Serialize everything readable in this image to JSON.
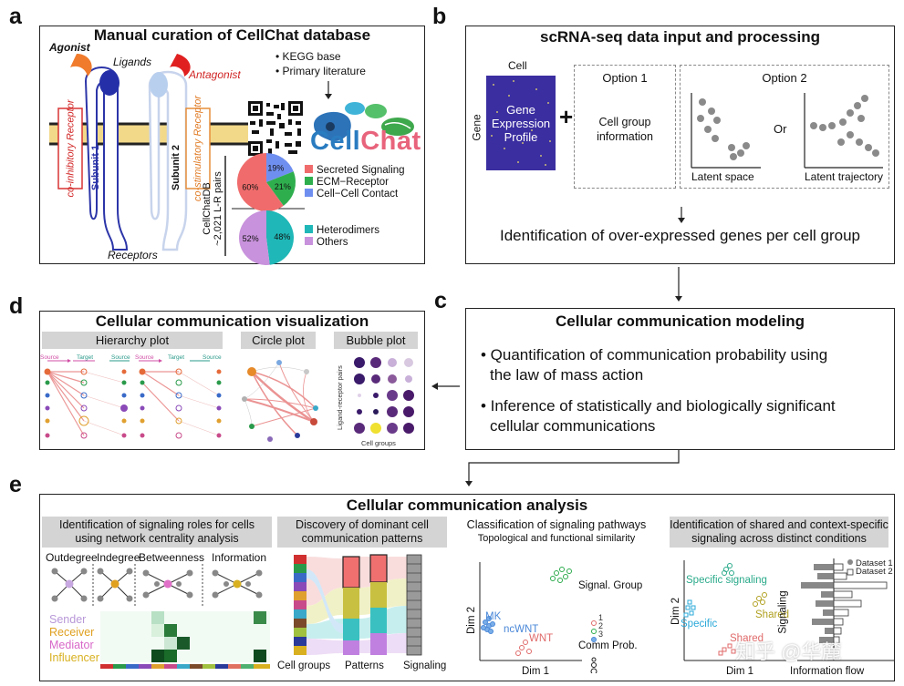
{
  "panels": {
    "a": {
      "letter": "a",
      "title": "Manual curation of CellChat database",
      "agonist": "Agonist",
      "antagonist": "Antagonist",
      "ligands": "Ligands",
      "receptors": "Receptors",
      "co_inhibitory": "co-inhibitory Receptor",
      "co_stimulatory": "co-stimulatory Receptor",
      "subunit1": "Subunit 1",
      "subunit2": "Subunit 2",
      "sources": [
        "• KEGG base",
        "• Primary literature"
      ],
      "cellchat_logo": "CellChat",
      "db_label": "CellChatDB",
      "pairs_label": "~2,021 L-R pairs",
      "pie1": {
        "slices": [
          {
            "label": "Secreted Signaling",
            "pct": 60,
            "pct_text": "60%",
            "color": "#f06c6c"
          },
          {
            "label": "ECM−Receptor",
            "pct": 21,
            "pct_text": "21%",
            "color": "#2fae4e"
          },
          {
            "label": "Cell−Cell Contact",
            "pct": 19,
            "pct_text": "19%",
            "color": "#6f8ff0"
          }
        ]
      },
      "pie2": {
        "slices": [
          {
            "label": "Heterodimers",
            "pct": 48,
            "pct_text": "48%",
            "color": "#1fb7b7"
          },
          {
            "label": "Others",
            "pct": 52,
            "pct_text": "52%",
            "color": "#c892dc"
          }
        ]
      }
    },
    "b": {
      "letter": "b",
      "title": "scRNA-seq data input and processing",
      "cell_label": "Cell",
      "gene_label": "Gene",
      "matrix_text": "Gene Expression Profile",
      "plus": "+",
      "option1": "Option 1",
      "option1_text": "Cell group information",
      "option2": "Option 2",
      "or": "Or",
      "latent_space": "Latent space",
      "latent_trajectory": "Latent trajectory",
      "bottom": "Identification of over-expressed genes per cell group"
    },
    "c": {
      "letter": "c",
      "title": "Cellular communication modeling",
      "bullets": [
        "• Quantification of communication probability using",
        "the law of mass action",
        "• Inference of statistically and biologically significant",
        "cellular communications"
      ]
    },
    "d": {
      "letter": "d",
      "title": "Cellular communication visualization",
      "hierarchy": "Hierarchy plot",
      "circle": "Circle plot",
      "bubble": "Bubble plot",
      "source": "Source",
      "target": "Target",
      "lr_pairs": "Ligand-receptor pairs",
      "cell_groups": "Cell groups"
    },
    "e": {
      "letter": "e",
      "title": "Cellular communication analysis",
      "sub1": [
        "Identification of signaling roles for cells",
        "using network centrality analysis"
      ],
      "measures": [
        "Outdegree",
        "Indegree",
        "Betweenness",
        "Information"
      ],
      "roles": [
        {
          "label": "Sender",
          "color": "#b898d8"
        },
        {
          "label": "Receiver",
          "color": "#e0a020"
        },
        {
          "label": "Mediator",
          "color": "#d868c8"
        },
        {
          "label": "Influencer",
          "color": "#d8b020"
        }
      ],
      "sub2": [
        "Discovery of dominant cell",
        "communication patterns"
      ],
      "alluvial_labels": [
        "Cell groups",
        "Patterns",
        "Signaling"
      ],
      "sub3": [
        "Classification of signaling pathways",
        "Topological and functional similarity"
      ],
      "scatter1": {
        "labels": [
          "MK",
          "ncWNT",
          "WNT"
        ],
        "legend_title": "Signal. Group",
        "groups": [
          "1",
          "2",
          "3"
        ],
        "comm_prob": "Comm Prob.",
        "xlabel": "Dim 1",
        "ylabel": "Dim 2"
      },
      "sub4": [
        "Identification of shared and context-specific",
        "signaling across distinct conditions"
      ],
      "scatter2": {
        "labels": [
          "Specific signaling",
          "Shared",
          "Specific",
          "Shared"
        ],
        "xlabel": "Dim 1",
        "ylabel": "Dim 2"
      },
      "flow": {
        "legend": [
          "Dataset 1",
          "Dataset 2"
        ],
        "xlabel": "Information flow",
        "ylabel": "Signaling"
      }
    }
  },
  "watermark": "知乎 @华麓"
}
